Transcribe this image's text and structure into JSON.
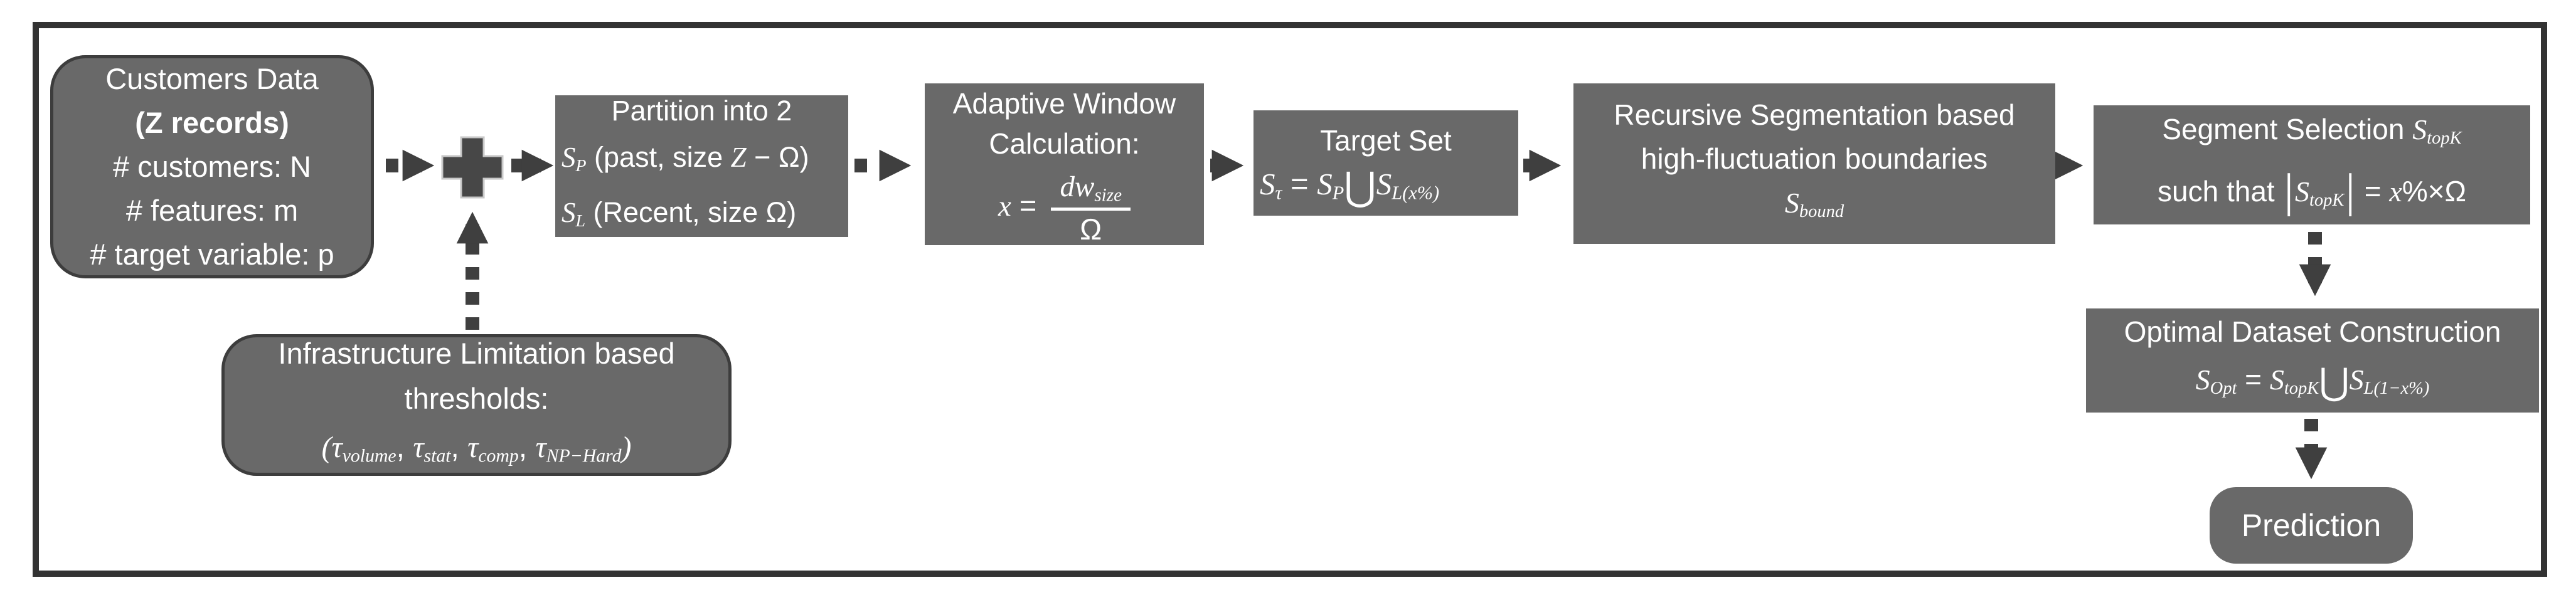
{
  "colors": {
    "box_fill": "#696969",
    "box_text": "#ffffff",
    "arrow": "#3f3f3f",
    "frame_border": "#333333",
    "plus_fill": "#474747",
    "plus_outline": "#c8c8c8",
    "rounded_border": "#3d3d3d"
  },
  "flowchart": {
    "customers": {
      "title": "Customers Data",
      "records": "(Z records)",
      "stats": [
        "# customers: N",
        "# features: m",
        "# target variable: p"
      ]
    },
    "thresholds": {
      "line1": "Infrastructure Limitation based",
      "line2": "thresholds:",
      "formula": [
        {
          "k": "i",
          "v": "("
        },
        {
          "k": "i",
          "v": "τ"
        },
        {
          "k": "is",
          "v": "volume"
        },
        {
          "k": "t",
          "v": ", "
        },
        {
          "k": "i",
          "v": "τ"
        },
        {
          "k": "is",
          "v": "stat"
        },
        {
          "k": "t",
          "v": ", "
        },
        {
          "k": "i",
          "v": "τ"
        },
        {
          "k": "is",
          "v": "comp"
        },
        {
          "k": "t",
          "v": ", "
        },
        {
          "k": "i",
          "v": "τ"
        },
        {
          "k": "is",
          "v": "NP−Hard"
        },
        {
          "k": "i",
          "v": ")"
        }
      ]
    },
    "partition": {
      "title": "Partition into 2",
      "sp": [
        {
          "k": "i",
          "v": "S"
        },
        {
          "k": "is",
          "v": "P"
        },
        {
          "k": "t",
          "v": " (past, size "
        },
        {
          "k": "i",
          "v": "Z"
        },
        {
          "k": "t",
          "v": " − Ω)"
        }
      ],
      "sl": [
        {
          "k": "i",
          "v": "S"
        },
        {
          "k": "is",
          "v": "L"
        },
        {
          "k": "t",
          "v": " (Recent, size Ω)"
        }
      ]
    },
    "adaptive": {
      "line1": "Adaptive Window",
      "line2": "Calculation:",
      "formula": [
        {
          "k": "i",
          "v": "x"
        },
        {
          "k": "t",
          "v": " = "
        },
        {
          "k": "frac",
          "num": [
            {
              "k": "i",
              "v": "dw"
            },
            {
              "k": "is",
              "v": "size"
            }
          ],
          "den": [
            {
              "k": "t",
              "v": "Ω"
            }
          ]
        }
      ]
    },
    "target": {
      "title": "Target Set",
      "formula": [
        {
          "k": "i",
          "v": "S"
        },
        {
          "k": "is",
          "v": "τ"
        },
        {
          "k": "t",
          "v": " = "
        },
        {
          "k": "i",
          "v": "S"
        },
        {
          "k": "is",
          "v": "P"
        },
        {
          "k": "u",
          "v": "⋃"
        },
        {
          "k": "i",
          "v": "S"
        },
        {
          "k": "is",
          "v": "L(x%)"
        }
      ]
    },
    "recursive": {
      "line1": "Recursive Segmentation based",
      "line2": "high-fluctuation boundaries",
      "formula": [
        {
          "k": "i",
          "v": "S"
        },
        {
          "k": "is",
          "v": "bound"
        }
      ]
    },
    "segment": {
      "line1": [
        {
          "k": "t",
          "v": "Segment Selection "
        },
        {
          "k": "i",
          "v": "S"
        },
        {
          "k": "is",
          "v": "topK"
        }
      ],
      "line2": [
        {
          "k": "t",
          "v": "such that "
        },
        {
          "k": "b",
          "v": "|"
        },
        {
          "k": "i",
          "v": "S"
        },
        {
          "k": "is",
          "v": "topK"
        },
        {
          "k": "b",
          "v": "|"
        },
        {
          "k": "t",
          "v": " = "
        },
        {
          "k": "i",
          "v": "x"
        },
        {
          "k": "t",
          "v": "%×Ω"
        }
      ]
    },
    "optimal": {
      "title": "Optimal Dataset Construction",
      "formula": [
        {
          "k": "i",
          "v": "S"
        },
        {
          "k": "is",
          "v": "Opt"
        },
        {
          "k": "t",
          "v": " = "
        },
        {
          "k": "i",
          "v": "S"
        },
        {
          "k": "is",
          "v": "topK"
        },
        {
          "k": "u",
          "v": "⋃"
        },
        {
          "k": "i",
          "v": "S"
        },
        {
          "k": "is",
          "v": "L(1−x%)"
        }
      ]
    },
    "prediction": {
      "label": "Prediction"
    }
  }
}
